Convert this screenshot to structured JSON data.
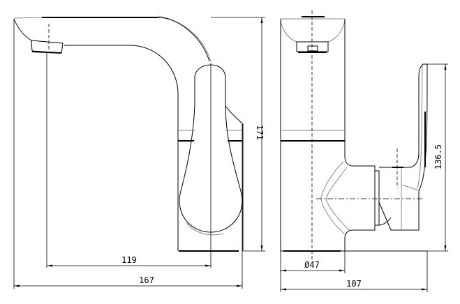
{
  "drawing": {
    "title": "Basin mixer faucet technical drawing",
    "side_view": {
      "dim_height": "171",
      "dim_spout_reach": "119",
      "dim_total_length": "167"
    },
    "front_view": {
      "dim_handle_height": "136.5",
      "dim_base_diameter": "Ø47",
      "dim_total_depth": "107"
    }
  }
}
